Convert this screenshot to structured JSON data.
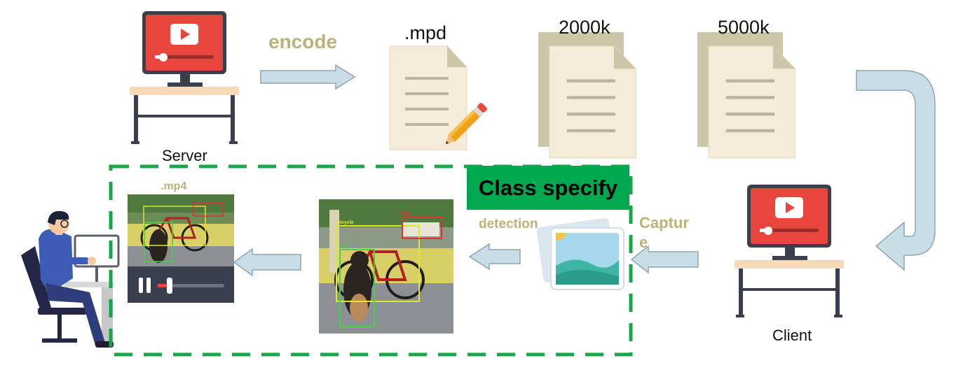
{
  "labels": {
    "encode": "encode",
    "mpd": ".mpd",
    "file_2000k": "2000k",
    "file_5000k": "5000k",
    "server": "Server",
    "client": "Client",
    "class_specify": "Class specify",
    "mp4": ".mp4",
    "detection": "detection",
    "capture_line1": "Captur",
    "capture_line2": "e",
    "bbox_bicycle": "bicycle",
    "bbox_truck": "truck",
    "bbox_dog": "dog"
  },
  "icons": {
    "server": "monitor-play-desk-icon",
    "client": "monitor-play-desk-icon",
    "mpd": "document-pencil-icon",
    "files": "stacked-document-icon",
    "capture": "image-gallery-icon",
    "user": "person-at-computer-icon"
  },
  "colors": {
    "arrow_fill": "#c9dde6",
    "arrow_stroke": "#8aa6b3",
    "label_olive": "#b9b279",
    "dashed_green": "#17a74a",
    "class_box_green": "#00a850",
    "monitor_red": "#e8453f",
    "monitor_dark": "#3a3f4d",
    "desk_top": "#f5d9b8",
    "doc_paper": "#f4ecd9",
    "doc_back": "#cdc6a8"
  }
}
